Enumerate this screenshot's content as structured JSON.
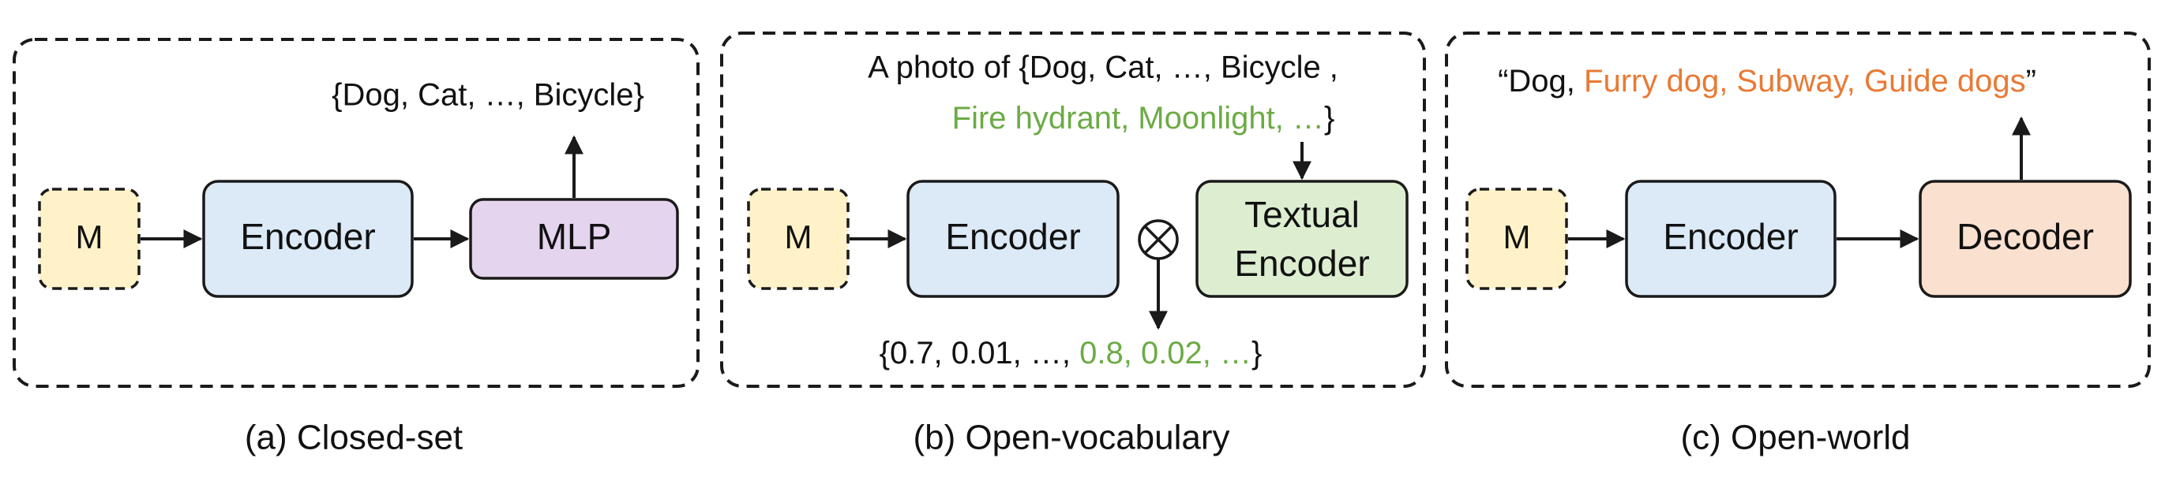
{
  "colors": {
    "input_fill": "#FFF2C8",
    "encoder_fill": "#DCE9F6",
    "mlp_fill": "#E4D4EE",
    "textual_encoder_fill": "#DDEED0",
    "decoder_fill": "#FAE0CF",
    "green_text": "#6CAB45",
    "orange_text": "#E87A35",
    "stroke": "#1a1a1a"
  },
  "panels": [
    {
      "caption": "(a) Closed-set",
      "input": "M",
      "encoder": "Encoder",
      "head": "MLP",
      "output": "{Dog, Cat, …, Bicycle}"
    },
    {
      "caption": "(b) Open-vocabulary",
      "input": "M",
      "encoder": "Encoder",
      "operator": "⊗",
      "text_encoder_line1": "Textual",
      "text_encoder_line2": "Encoder",
      "prompt_line1": "A photo of {Dog, Cat, …, Bicycle ,",
      "prompt_line2": "Fire hydrant, Moonlight, …",
      "prompt_line2_close": "}",
      "scores_black": "{0.7, 0.01, …,",
      "scores_green": "0.8, 0.02, …",
      "scores_close": "}"
    },
    {
      "caption": "(c) Open-world",
      "input": "M",
      "encoder": "Encoder",
      "head": "Decoder",
      "output_black": "“Dog,",
      "output_orange": "Furry dog, Subway, Guide dogs",
      "output_close": "”"
    }
  ]
}
